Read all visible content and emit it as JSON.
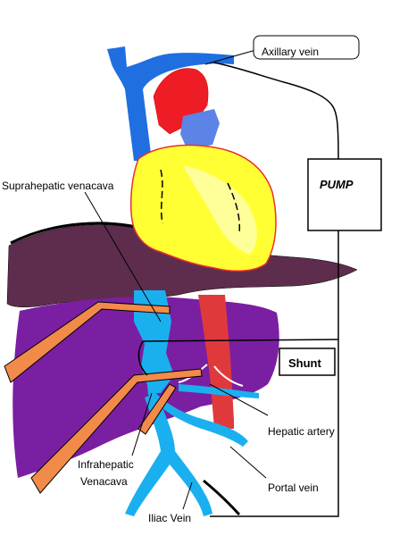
{
  "labels": {
    "axillary_vein": "Axillary vein",
    "pump": "PUMP",
    "suprahepatic": "Suprahepatic venacava",
    "shunt": "Shunt",
    "hepatic_artery": "Hepatic artery",
    "infrahepatic_line1": "Infrahepatic",
    "infrahepatic_line2": "Venacava",
    "portal_vein": "Portal vein",
    "iliac_vein": "Iliac Vein"
  },
  "colors": {
    "vein_dark_blue": "#1f6fe0",
    "vein_light_blue": "#1ab0f0",
    "aorta_red": "#ee1c24",
    "heart_yellow": "#ffff33",
    "heart_outline": "#e83030",
    "pulmonary_blue": "#5b84e6",
    "diaphragm": "#5e2d4d",
    "liver_purple": "#7a1fa2",
    "tube_orange": "#f28a4a",
    "artery_red": "#e0393c",
    "circuit_line": "#000000"
  }
}
